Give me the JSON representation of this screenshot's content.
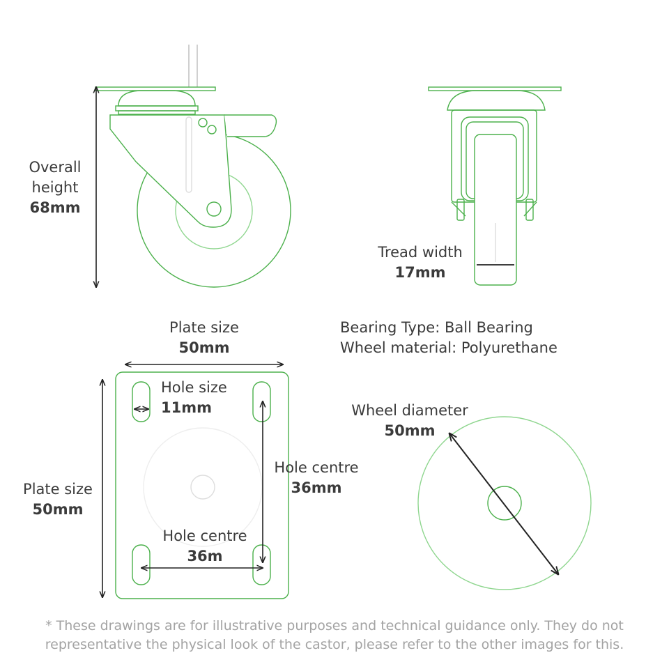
{
  "labels": {
    "overall_height": {
      "line1": "Overall",
      "line2": "height",
      "value": "68mm"
    },
    "tread_width": {
      "line1": "Tread width",
      "value": "17mm"
    },
    "plate_size_top": {
      "line1": "Plate size",
      "value": "50mm"
    },
    "plate_size_side": {
      "line1": "Plate size",
      "value": "50mm"
    },
    "hole_size": {
      "line1": "Hole size",
      "value": "11mm"
    },
    "hole_centre_vertical": {
      "line1": "Hole centre",
      "value": "36mm"
    },
    "hole_centre_horizontal": {
      "line1": "Hole centre",
      "value": "36m"
    },
    "wheel_diameter": {
      "line1": "Wheel diameter",
      "value": "50mm"
    }
  },
  "specs": {
    "bearing_type": "Bearing Type: Ball Bearing",
    "wheel_material": "Wheel material: Polyurethane"
  },
  "footnote": {
    "line1": "* These drawings are for illustrative purposes and technical guidance only. They do not",
    "line2": "representative the physical look of the castor, please refer to the other images for this."
  },
  "colors": {
    "outline_green": "#4bb04b",
    "light_green": "#8fd68f",
    "dimension_line": "#222222",
    "text": "#3b3b3b",
    "footnote": "#a3a3a3"
  }
}
